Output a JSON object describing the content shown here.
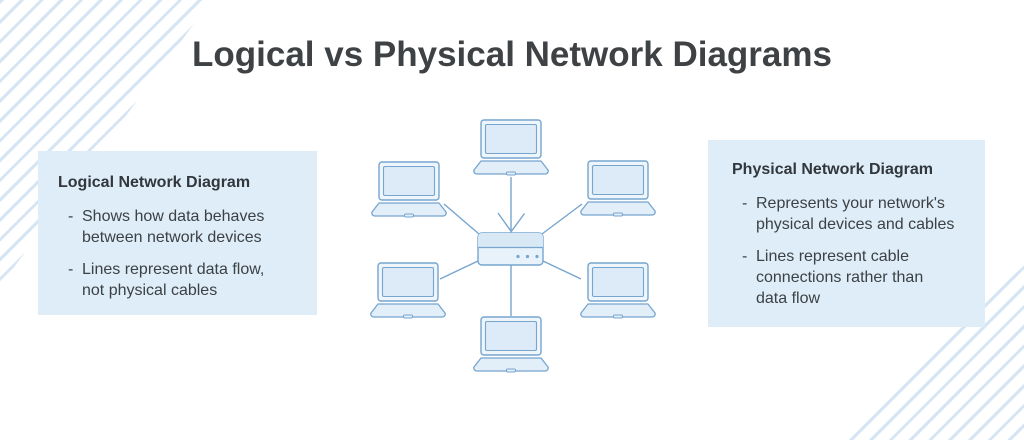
{
  "page": {
    "title": "Logical vs Physical Network Diagrams"
  },
  "panels": {
    "logical": {
      "heading": "Logical Network Diagram",
      "bullet_marker": "-",
      "bullets": [
        "Shows how data behaves\nbetween network devices",
        "Lines represent data flow,\nnot physical cables"
      ]
    },
    "physical": {
      "heading": "Physical Network Diagram",
      "bullet_marker": "-",
      "bullets": [
        "Represents your network's\nphysical devices and cables",
        "Lines represent cable\nconnections rather than\ndata flow"
      ]
    }
  },
  "diagram": {
    "type": "hub-and-spoke network topology",
    "hub": "network switch",
    "spoke_count": 6,
    "spokes": [
      "laptop-top",
      "laptop-upper-left",
      "laptop-upper-right",
      "laptop-lower-left",
      "laptop-lower-right",
      "laptop-bottom"
    ],
    "annotation": "arrow pointing into switch from top laptop link"
  },
  "colors": {
    "panel_bg": "#deedf8",
    "diagram_stroke": "#76a5cf",
    "laptop_screen_fill": "#dcebf7",
    "laptop_frame_fill": "#eef5fb",
    "title_text": "#3e4245",
    "body_text": "#3c4145",
    "stripe_accent": "#cfe3f2"
  }
}
